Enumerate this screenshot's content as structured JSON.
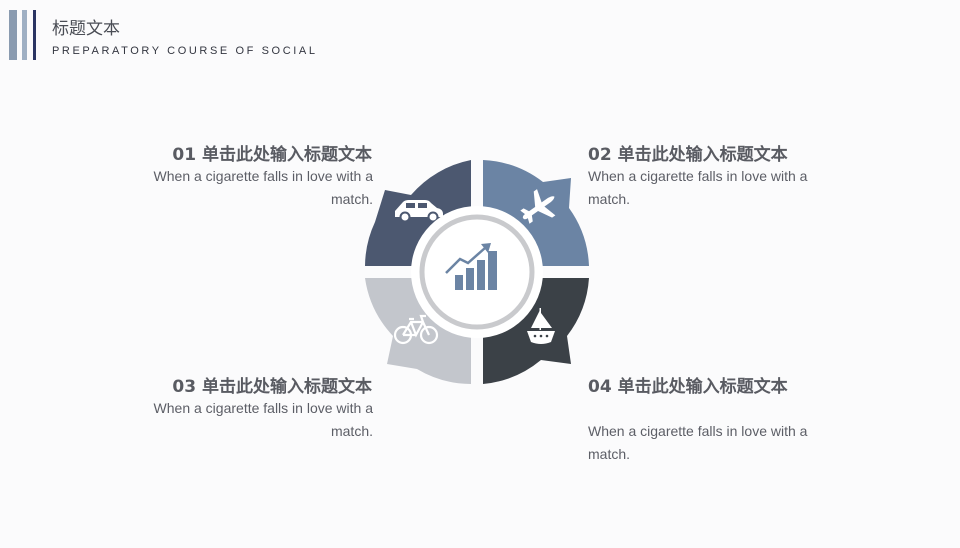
{
  "header": {
    "title": "标题文本",
    "subtitle": "PREPARATORY COURSE OF SOCIAL"
  },
  "items": [
    {
      "title": "01 单击此处输入标题文本",
      "desc": "When a cigarette falls in love with a match.",
      "icon": "car-icon",
      "color": "#4c5870"
    },
    {
      "title": "02 单击此处输入标题文本",
      "desc": "When a cigarette falls in love with a match.",
      "icon": "airplane-icon",
      "color": "#6b84a4"
    },
    {
      "title": "03 单击此处输入标题文本",
      "desc": "When a cigarette falls in love with a match.",
      "icon": "bicycle-icon",
      "color": "#c3c6cc"
    },
    {
      "title": "04 单击此处输入标题文本",
      "desc": "When a cigarette falls in love with a match.",
      "icon": "sailboat-icon",
      "color": "#3b4147"
    }
  ],
  "center": {
    "icon": "growth-chart-icon",
    "color": "#6b84a4"
  }
}
